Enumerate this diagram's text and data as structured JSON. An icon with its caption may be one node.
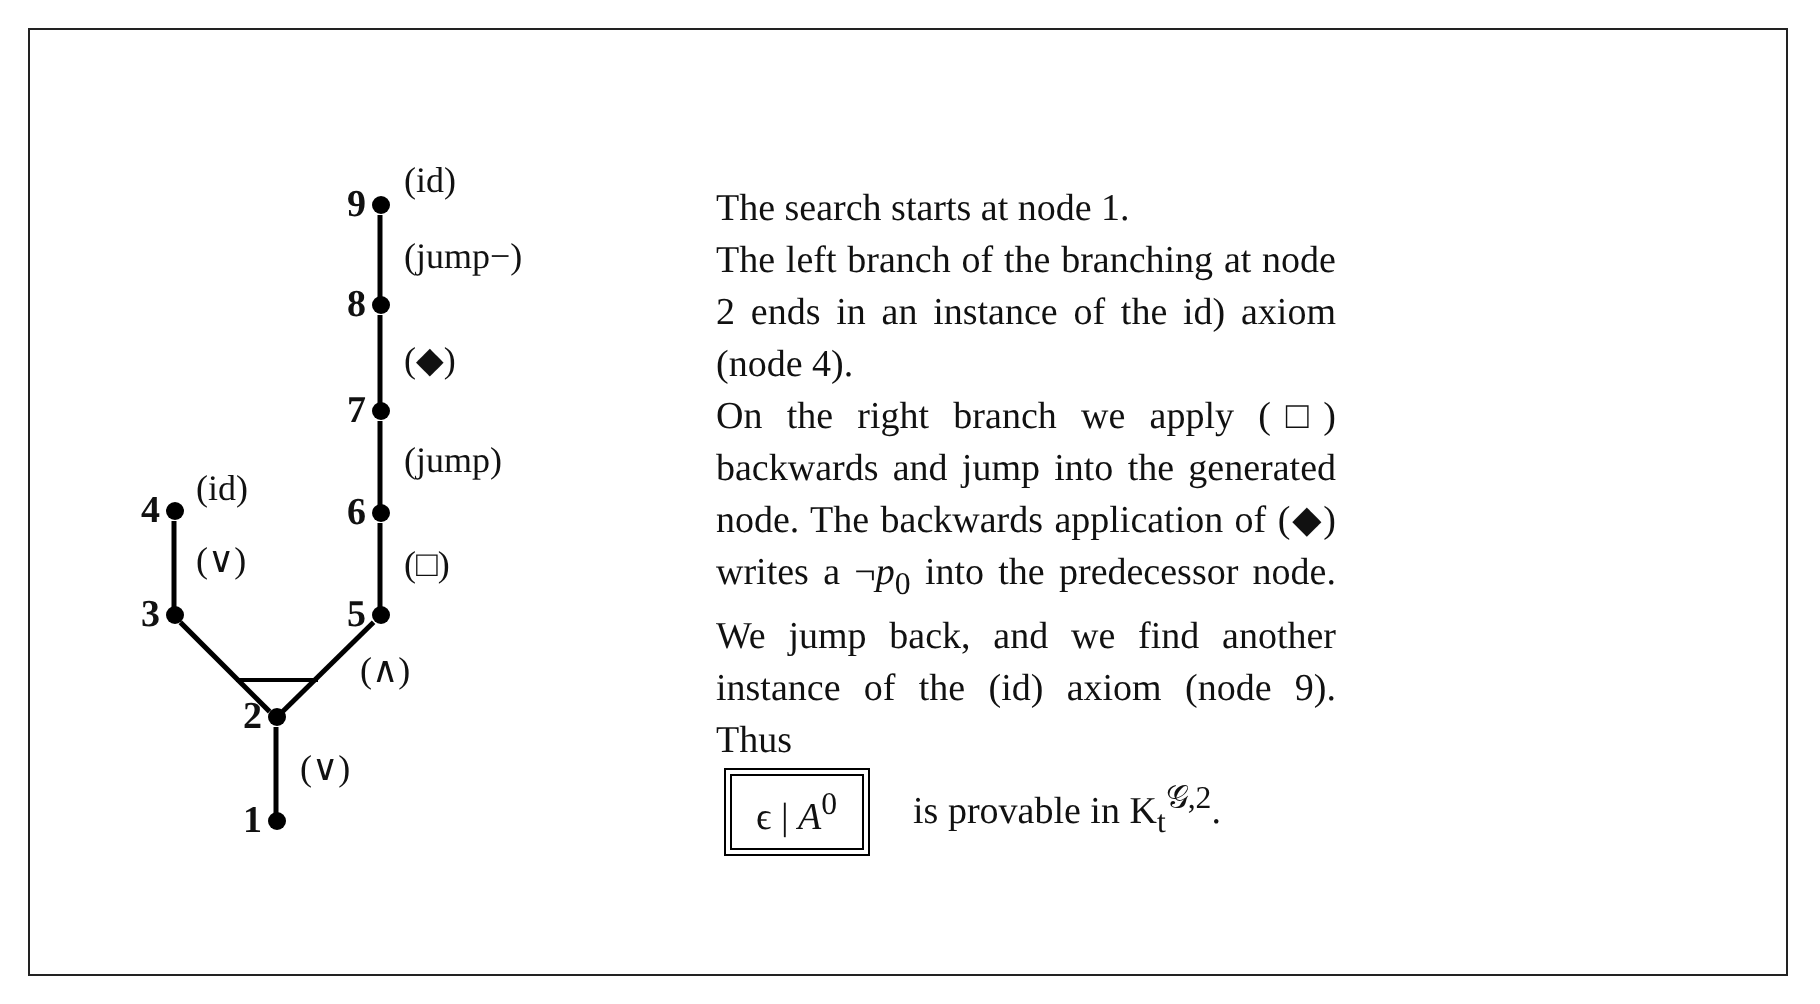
{
  "diagram": {
    "nodes": [
      {
        "text": [
          "1"
        ]
      },
      {
        "text": [
          "2"
        ]
      },
      {
        "text": [
          "3"
        ]
      },
      {
        "text": [
          "4"
        ],
        "beside": [
          "(id)"
        ]
      },
      {
        "text": [
          "5"
        ]
      },
      {
        "text": [
          "6"
        ]
      },
      {
        "text": [
          "7"
        ]
      },
      {
        "text": [
          "8"
        ]
      },
      {
        "text": [
          "9"
        ],
        "beside": [
          "(id)"
        ]
      },
      {
        "text": [
          "ϵ | *A*$^{0}$"
        ]
      }
    ],
    "edges": [
      {
        "from": 0,
        "to": 1,
        "arrow": "none",
        "label": "(∨)"
      },
      {
        "from": 1,
        "to": 2,
        "arrow": "none"
      },
      {
        "from": 1,
        "to": 4,
        "arrow": "none",
        "label": "(∧)"
      },
      {
        "from": 2,
        "to": 3,
        "arrow": "none",
        "label": "(∨)"
      },
      {
        "from": 4,
        "to": 5,
        "arrow": "none",
        "label": "(□)"
      },
      {
        "from": 5,
        "to": 6,
        "arrow": "none",
        "label": "(jump)"
      },
      {
        "from": 6,
        "to": 7,
        "arrow": "none",
        "label": "(◆)"
      },
      {
        "from": 7,
        "to": 8,
        "arrow": "none",
        "label": "(jump−)"
      }
    ],
    "labels": [
      "The search starts at node 1.",
      "The left branch of the branching at node 2 ends in an instance of the id) axiom (node 4).",
      "On the right branch we apply (□) backwards and jump into the generated node. The backwards application of (◆) writes a ¬*p*$_{0}$ into the predecessor node. We jump back, and we find another instance of the (id) axiom (node 9). Thus",
      "is provable in K$_{t}$$^{𝒢,2}$."
    ]
  }
}
